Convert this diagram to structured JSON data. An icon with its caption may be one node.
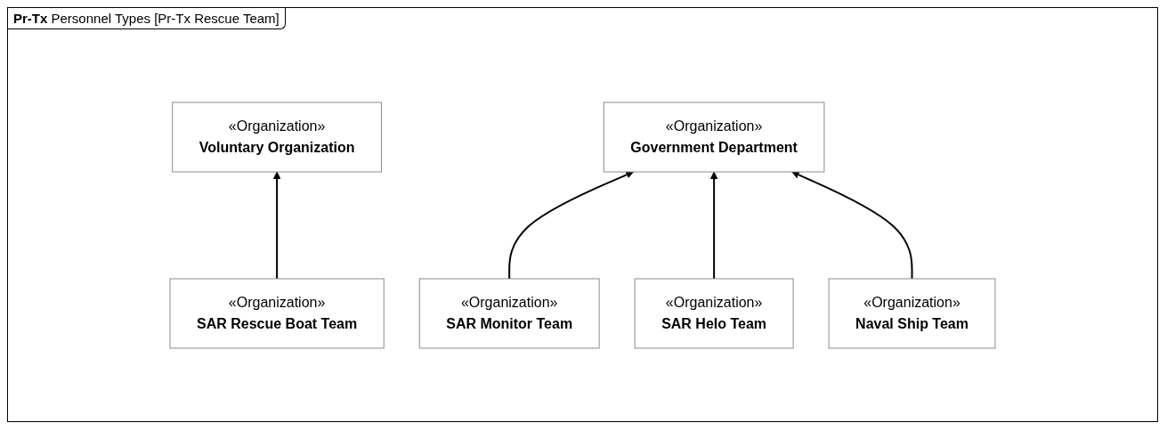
{
  "diagram": {
    "title": "**Pr-Tx** Personnel Types [Pr-Tx Rescue Team]",
    "nodes": [
      {
        "text": [
          "«Organization»",
          "Voluntary Organization"
        ]
      },
      {
        "text": [
          "«Organization»",
          "Government Department"
        ]
      },
      {
        "text": [
          "«Organization»",
          "SAR Rescue Boat Team"
        ]
      },
      {
        "text": [
          "«Organization»",
          "SAR Monitor Team"
        ]
      },
      {
        "text": [
          "«Organization»",
          "SAR Helo Team"
        ]
      },
      {
        "text": [
          "«Organization»",
          "Naval Ship Team"
        ]
      }
    ],
    "edges": [
      {
        "from": 2,
        "to": 0,
        "arrow": "to"
      },
      {
        "from": 3,
        "to": 1,
        "arrow": "to"
      },
      {
        "from": 4,
        "to": 1,
        "arrow": "to"
      },
      {
        "from": 5,
        "to": 1,
        "arrow": "to"
      }
    ]
  }
}
